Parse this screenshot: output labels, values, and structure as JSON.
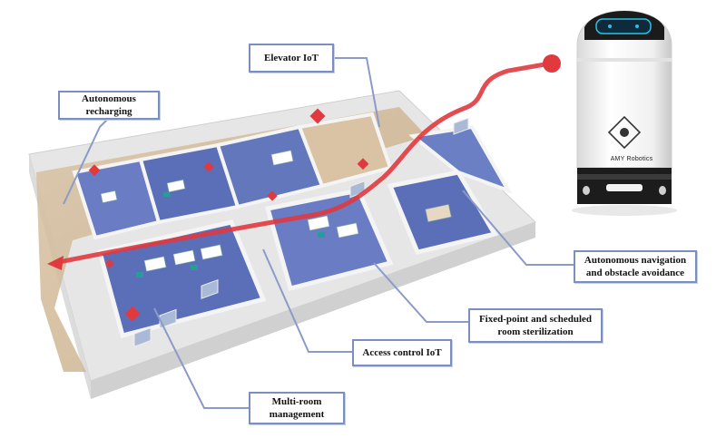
{
  "labels": {
    "elevator_iot": "Elevator IoT",
    "autonomous_recharging": "Autonomous\nrecharging",
    "autonomous_navigation": "Autonomous navigation\nand obstacle avoidance",
    "fixed_point_sterilization": "Fixed-point and scheduled\nroom sterilization",
    "access_control_iot": "Access control IoT",
    "multi_room_management": "Multi-room\nmanagement"
  },
  "robot": {
    "brand": "AMY Robotics"
  },
  "colors": {
    "path_red": "#e0393e",
    "box_border": "#7b8fc0",
    "leader_line": "#8a9bc9",
    "floor_blue": "#5b6fb8",
    "wall_white": "#f4f4f4"
  }
}
